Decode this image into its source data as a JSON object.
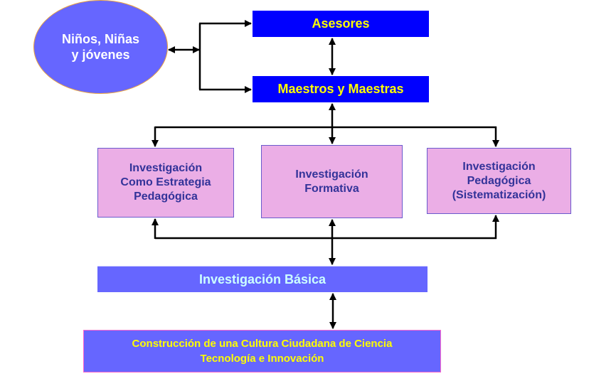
{
  "diagram": {
    "nodes": {
      "students": "Niños, Niñas\ny jóvenes",
      "advisors": "Asesores",
      "teachers": "Maestros y Maestras",
      "research_strategy": "Investigación\nComo Estrategia\nPedagógica",
      "formative_research": "Investigación\nFormativa",
      "pedagogical_research": "Investigación\nPedagógica\n(Sistematización)",
      "basic_research": "Investigación Básica",
      "culture": "Construcción de una Cultura Ciudadana de Ciencia\nTecnología e Innovación"
    },
    "edges": [
      {
        "from": "students",
        "to": "advisors",
        "direction": "both"
      },
      {
        "from": "students",
        "to": "teachers",
        "direction": "both"
      },
      {
        "from": "advisors",
        "to": "teachers",
        "direction": "both"
      },
      {
        "from": "teachers",
        "to": "research_strategy",
        "direction": "forward"
      },
      {
        "from": "teachers",
        "to": "formative_research",
        "direction": "both"
      },
      {
        "from": "teachers",
        "to": "pedagogical_research",
        "direction": "forward"
      },
      {
        "from": "basic_research",
        "to": "research_strategy",
        "direction": "forward"
      },
      {
        "from": "basic_research",
        "to": "formative_research",
        "direction": "both"
      },
      {
        "from": "basic_research",
        "to": "pedagogical_research",
        "direction": "forward"
      },
      {
        "from": "basic_research",
        "to": "culture",
        "direction": "both"
      }
    ],
    "colors": {
      "ellipse_fill": "#6666FF",
      "dark_blue_fill": "#0000FF",
      "yellow_text": "#FFFF00",
      "pink_fill": "#EBAEE6",
      "pink_text": "#333399",
      "light_blue_fill": "#6666FF",
      "basic_text": "#CCFFFF"
    }
  }
}
